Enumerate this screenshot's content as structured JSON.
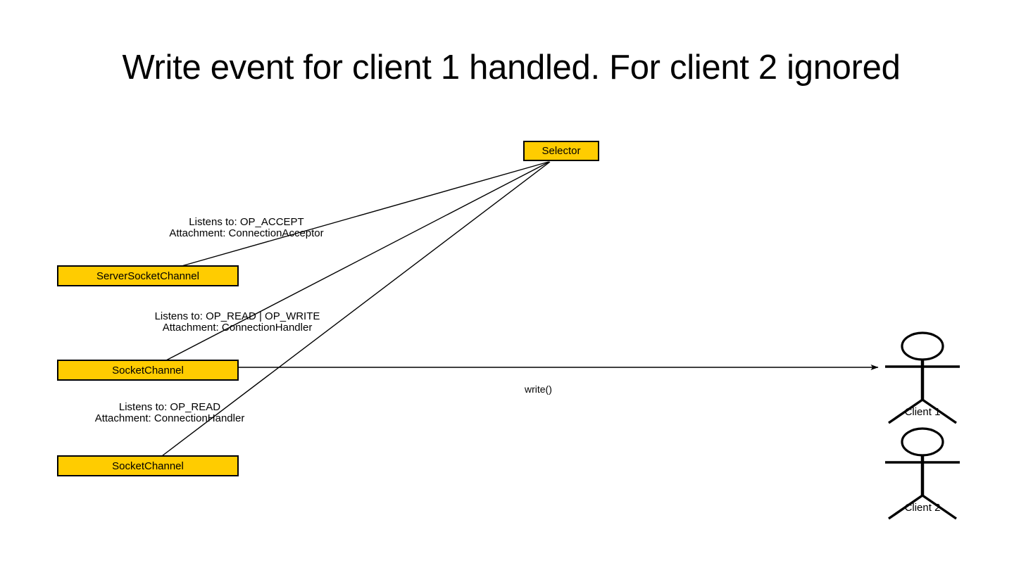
{
  "slide": {
    "title": "Write event for client 1 handled. For client 2 ignored",
    "background_color": "#ffffff"
  },
  "colors": {
    "node_fill": "#FFCC00",
    "node_border": "#000000",
    "line": "#000000",
    "text": "#000000"
  },
  "nodes": [
    {
      "id": "selector",
      "label": "Selector"
    },
    {
      "id": "server-socket-channel",
      "label": "ServerSocketChannel"
    },
    {
      "id": "socket-channel-1",
      "label": "SocketChannel"
    },
    {
      "id": "socket-channel-2",
      "label": "SocketChannel"
    }
  ],
  "edge_labels": [
    {
      "id": "accept-registration",
      "line1": "Listens to: OP_ACCEPT",
      "line2": "Attachment: ConnectionAcceptor"
    },
    {
      "id": "read-write-registration",
      "line1": "Listens to: OP_READ | OP_WRITE",
      "line2": "Attachment: ConnectionHandler"
    },
    {
      "id": "read-registration",
      "line1": "Listens to: OP_READ",
      "line2": "Attachment: ConnectionHandler"
    }
  ],
  "operations": [
    {
      "id": "write-call",
      "label": "write()"
    }
  ],
  "actors": [
    {
      "id": "client-1",
      "label": "Client 1"
    },
    {
      "id": "client-2",
      "label": "Client 2"
    }
  ]
}
